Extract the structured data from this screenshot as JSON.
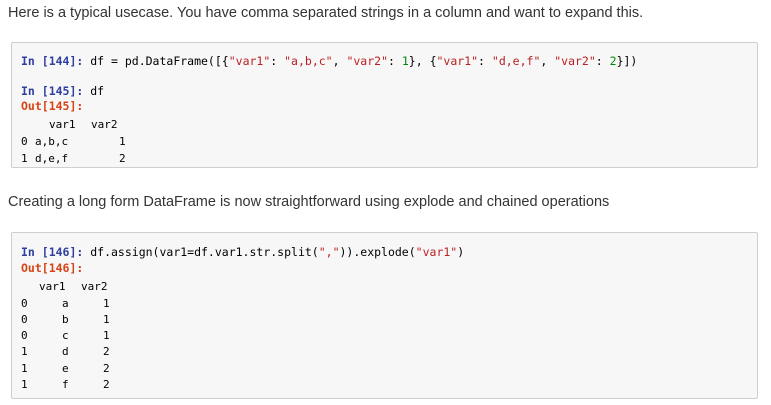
{
  "prose": {
    "intro": "Here is a typical usecase. You have comma separated strings in a column and want to expand this.",
    "explode_note": "Creating a long form DataFrame is now straightforward using explode and chained operations"
  },
  "cell1": {
    "in144_prompt": "In [144]:",
    "in144_code_pre": " df = pd.DataFrame([{",
    "k_var1": "\"var1\"",
    "colon1": ": ",
    "v_abc": "\"a,b,c\"",
    "comma1": ", ",
    "k_var2a": "\"var2\"",
    "colon2": ": ",
    "n1": "1",
    "mid": "}, {",
    "k_var1b": "\"var1\"",
    "colon3": ": ",
    "v_def": "\"d,e,f\"",
    "comma2": ", ",
    "k_var2b": "\"var2\"",
    "colon4": ": ",
    "n2": "2",
    "end": "}])",
    "in145_prompt": "In [145]:",
    "in145_code": " df",
    "out145_prompt": "Out[145]:",
    "table": {
      "columns": [
        "var1",
        "var2"
      ],
      "rows": [
        {
          "index": "0",
          "var1": "a,b,c",
          "var2": "1"
        },
        {
          "index": "1",
          "var1": "d,e,f",
          "var2": "2"
        }
      ]
    }
  },
  "cell2": {
    "in146_prompt": "In [146]:",
    "in146_code_pre": " df.assign(var1=df.var1.str.split(",
    "s_comma": "\",\"",
    "in146_code_mid": ")).explode(",
    "s_var1": "\"var1\"",
    "in146_code_end": ")",
    "out146_prompt": "Out[146]:",
    "table": {
      "columns": [
        "var1",
        "var2"
      ],
      "rows": [
        {
          "index": "0",
          "var1": "a",
          "var2": "1"
        },
        {
          "index": "0",
          "var1": "b",
          "var2": "1"
        },
        {
          "index": "0",
          "var1": "c",
          "var2": "1"
        },
        {
          "index": "1",
          "var1": "d",
          "var2": "2"
        },
        {
          "index": "1",
          "var1": "e",
          "var2": "2"
        },
        {
          "index": "1",
          "var1": "f",
          "var2": "2"
        }
      ]
    }
  },
  "colors": {
    "in_prompt": "#303f9f",
    "out_prompt": "#d84315",
    "string": "#ba2121",
    "number": "#008800",
    "cell_bg": "#f7f7f7",
    "cell_border": "#cfcfcf"
  }
}
